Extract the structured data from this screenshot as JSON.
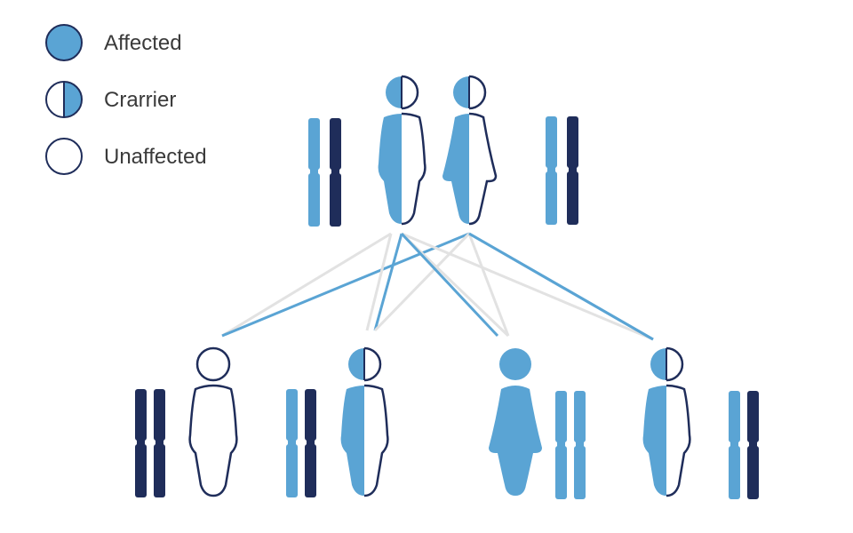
{
  "colors": {
    "affected": "#5aa4d4",
    "outline": "#1f2d5a",
    "dark_chromosome": "#1f2d5a",
    "light_chromosome": "#5aa4d4",
    "inactive_line": "#e2e2e2",
    "active_line": "#5aa4d4"
  },
  "legend": [
    {
      "status": "affected",
      "label": "Affected"
    },
    {
      "status": "carrier",
      "label": "Crarrier"
    },
    {
      "status": "unaffected",
      "label": "Unaffected"
    }
  ],
  "parents": [
    {
      "role": "father",
      "body": "male",
      "status": "carrier",
      "chromosomes": [
        "light",
        "dark"
      ]
    },
    {
      "role": "mother",
      "body": "female",
      "status": "carrier",
      "chromosomes": [
        "light",
        "dark"
      ]
    }
  ],
  "children": [
    {
      "body": "male",
      "status": "unaffected",
      "chromosomes": [
        "dark",
        "dark"
      ]
    },
    {
      "body": "male",
      "status": "carrier",
      "chromosomes": [
        "light",
        "dark"
      ]
    },
    {
      "body": "female",
      "status": "affected",
      "chromosomes": [
        "light",
        "light"
      ]
    },
    {
      "body": "male",
      "status": "carrier",
      "chromosomes": [
        "light",
        "dark"
      ]
    }
  ],
  "inheritance_lines": [
    {
      "from": 0,
      "to": 0,
      "allele": "recessive"
    },
    {
      "from": 1,
      "to": 0,
      "allele": "dominant"
    },
    {
      "from": 0,
      "to": 1,
      "allele": "dominant"
    },
    {
      "from": 1,
      "to": 1,
      "allele": "recessive"
    },
    {
      "from": 0,
      "to": 2,
      "allele": "recessive"
    },
    {
      "from": 1,
      "to": 2,
      "allele": "recessive"
    },
    {
      "from": 0,
      "to": 3,
      "allele": "recessive"
    },
    {
      "from": 1,
      "to": 3,
      "allele": "dominant"
    }
  ]
}
